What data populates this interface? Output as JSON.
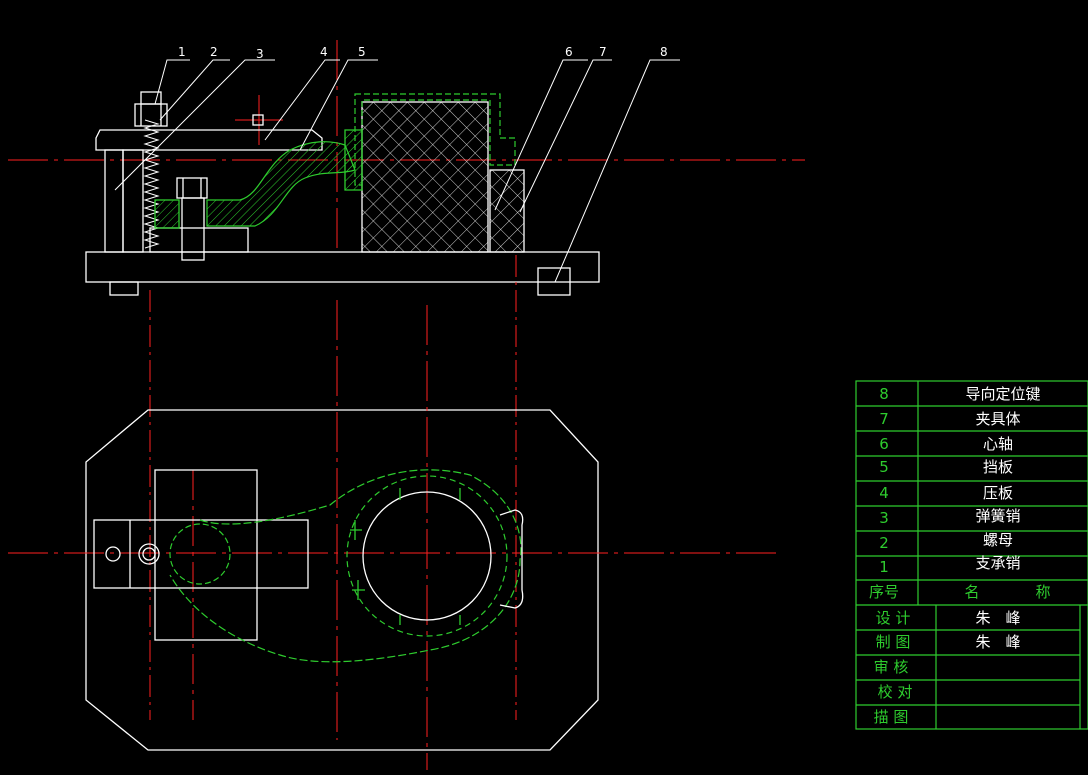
{
  "colors": {
    "background": "#000000",
    "outline": "#ffffff",
    "centerline": "#ff2020",
    "section": "#2ecc2e",
    "table_line": "#2ecc2e",
    "table_text": "#ffffff"
  },
  "callouts": [
    "1",
    "2",
    "3",
    "4",
    "5",
    "6",
    "7",
    "8"
  ],
  "parts_list": [
    {
      "no": "8",
      "name": "导向定位键"
    },
    {
      "no": "7",
      "name": "夹具体"
    },
    {
      "no": "6",
      "name": "心轴"
    },
    {
      "no": "5",
      "name": "挡板"
    },
    {
      "no": "4",
      "name": "压板"
    },
    {
      "no": "3",
      "name": "弹簧销"
    },
    {
      "no": "2",
      "name": "螺母"
    },
    {
      "no": "1",
      "name": "支承销"
    }
  ],
  "header": {
    "no_label": "序号",
    "name_label_1": "名",
    "name_label_2": "称"
  },
  "title_block": [
    {
      "label": "设 计",
      "value": "朱　峰"
    },
    {
      "label": "制 图",
      "value": "朱　峰"
    },
    {
      "label": "审 核",
      "value": ""
    },
    {
      "label": "校 对",
      "value": ""
    },
    {
      "label": "描 图",
      "value": ""
    }
  ]
}
